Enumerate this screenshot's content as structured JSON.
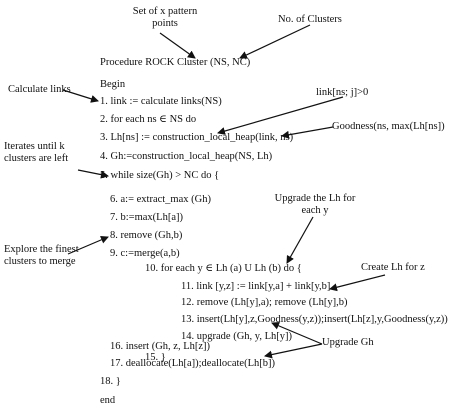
{
  "annotations": {
    "pattern_points_line1": "Set of x pattern",
    "pattern_points_line2": "points",
    "num_clusters": "No. of Clusters",
    "calculate_links": "Calculate links",
    "link_condition": "link[ns; j]>0",
    "goodness": "Goodness(ns, max(Lh[ns])",
    "iterates_line1": "Iterates until k",
    "iterates_line2": "clusters are left",
    "upgrade_lh_line1": "Upgrade the Lh for",
    "upgrade_lh_line2": "each y",
    "explore_line1": "Explore the finest",
    "explore_line2": "clusters to merge",
    "create_lh": "Create Lh for z",
    "upgrade_gh": "Upgrade Gh"
  },
  "code": {
    "procedure": "Procedure ROCK Cluster (NS, NC)",
    "begin": "Begin",
    "line1": "1. link := calculate links(NS)",
    "line2": "2. for each ns ∈ NS do",
    "line3": "3. Lh[ns] := construction_local_heap(link, ns)",
    "line4": "4. Gh:=construction_local_heap(NS, Lh)",
    "line5": "5. while size(Gh) > NC do {",
    "line6": "6. a:= extract_max (Gh)",
    "line7": "7. b:=max(Lh[a])",
    "line8": "8. remove (Gh,b)",
    "line9": "9. c:=merge(a,b)",
    "line10": "10. for each y ∈ Lh (a) U Lh (b) do {",
    "line11": "11. link [y,z] := link[y,a] + link[y,b]",
    "line12": "12. remove (Lh[y],a); remove (Lh[y],b)",
    "line13": "13. insert(Lh[y],z,Goodness(y,z));insert(Lh[z],y,Goodness(y,z))",
    "line14": "14. upgrade (Gh, y, Lh[y])",
    "line15": "15. }",
    "line16": "16. insert (Gh, z, Lh[z])",
    "line17": "17. deallocate(Lh[a]);deallocate(Lh[b])",
    "line18": "18. }",
    "end": "end"
  }
}
